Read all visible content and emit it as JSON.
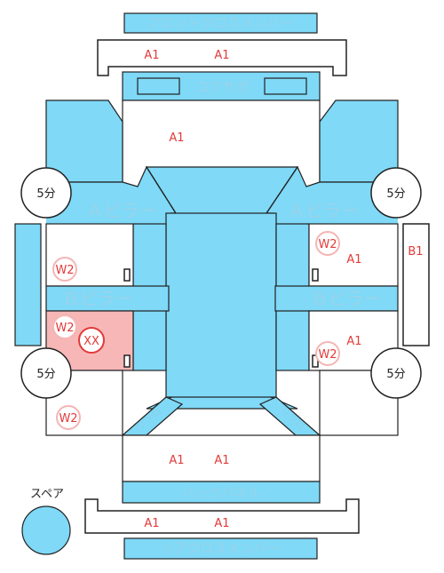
{
  "colors": {
    "panel_fill": "#7fd9f7",
    "outline": "#222222",
    "damage_fill": "#f7b7b7",
    "red_text": "#e23a3a",
    "w2_circle_stroke": "#f5b5b5",
    "label_text": "#9ad3ea"
  },
  "parts": {
    "front_cross_member": "フロントクロスメンバー",
    "core_support": "コアサポ",
    "a_pillar_left": "Ａピラー",
    "a_pillar_right": "Ａピラー",
    "b_pillar_left": "Ｂピラー",
    "b_pillar_right": "Ｂピラー",
    "back_panel": "バックパネル",
    "rear_cross_member": "リアクロスメンバー",
    "rear_corner_left": "リンロ",
    "rear_corner_right": "リンロ"
  },
  "codes": {
    "front_member_left": "A1",
    "front_member_right": "A1",
    "front_area": "A1",
    "right_front_door": "A1",
    "right_rear_door": "A1",
    "right_side_panel": "B1",
    "rear_area_left": "A1",
    "rear_area_right": "A1",
    "rear_member_left": "A1",
    "rear_member_right": "A1"
  },
  "w2_marks": {
    "left_front_door": "W2",
    "left_rear_door": "W2",
    "left_rear_quarter": "W2",
    "right_front_door": "W2",
    "right_rear_door": "W2"
  },
  "damage_mark": "XX",
  "tires": {
    "front_left": "5分",
    "front_right": "5分",
    "rear_left": "5分",
    "rear_right": "5分"
  },
  "spare": {
    "label": "スペア"
  }
}
